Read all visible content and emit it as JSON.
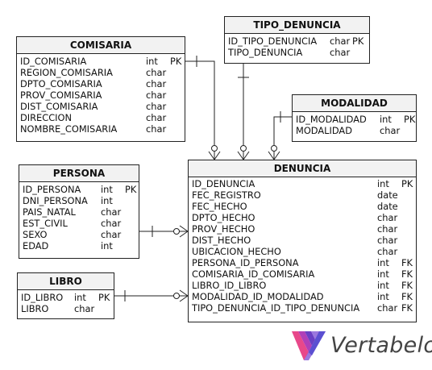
{
  "entities": {
    "comisaria": {
      "title": "COMISARIA",
      "columns": [
        {
          "name": "ID_COMISARIA",
          "type": "int",
          "key": "PK"
        },
        {
          "name": "REGION_COMISARIA",
          "type": "char",
          "key": ""
        },
        {
          "name": "DPTO_COMISARIA",
          "type": "char",
          "key": ""
        },
        {
          "name": "PROV_COMISARIA",
          "type": "char",
          "key": ""
        },
        {
          "name": "DIST_COMISARIA",
          "type": "char",
          "key": ""
        },
        {
          "name": "DIRECCION",
          "type": "char",
          "key": ""
        },
        {
          "name": "NOMBRE_COMISARIA",
          "type": "char",
          "key": ""
        }
      ]
    },
    "tipo_denuncia": {
      "title": "TIPO_DENUNCIA",
      "columns": [
        {
          "name": "ID_TIPO_DENUNCIA",
          "type": "char",
          "key": "PK"
        },
        {
          "name": "TIPO_DENUNCIA",
          "type": "char",
          "key": ""
        }
      ]
    },
    "modalidad": {
      "title": "MODALIDAD",
      "columns": [
        {
          "name": "ID_MODALIDAD",
          "type": "int",
          "key": "PK"
        },
        {
          "name": "MODALIDAD",
          "type": "char",
          "key": ""
        }
      ]
    },
    "persona": {
      "title": "PERSONA",
      "columns": [
        {
          "name": "ID_PERSONA",
          "type": "int",
          "key": "PK"
        },
        {
          "name": "DNI_PERSONA",
          "type": "int",
          "key": ""
        },
        {
          "name": "PAIS_NATAL",
          "type": "char",
          "key": ""
        },
        {
          "name": "EST_CIVIL",
          "type": "char",
          "key": ""
        },
        {
          "name": "SEXO",
          "type": "char",
          "key": ""
        },
        {
          "name": "EDAD",
          "type": "int",
          "key": ""
        }
      ]
    },
    "libro": {
      "title": "LIBRO",
      "columns": [
        {
          "name": "ID_LIBRO",
          "type": "int",
          "key": "PK"
        },
        {
          "name": "LIBRO",
          "type": "char",
          "key": ""
        }
      ]
    },
    "denuncia": {
      "title": "DENUNCIA",
      "columns": [
        {
          "name": "ID_DENUNCIA",
          "type": "int",
          "key": "PK"
        },
        {
          "name": "FEC_REGISTRO",
          "type": "date",
          "key": ""
        },
        {
          "name": "FEC_HECHO",
          "type": "date",
          "key": ""
        },
        {
          "name": "DPTO_HECHO",
          "type": "char",
          "key": ""
        },
        {
          "name": "PROV_HECHO",
          "type": "char",
          "key": ""
        },
        {
          "name": "DIST_HECHO",
          "type": "char",
          "key": ""
        },
        {
          "name": "UBICACION_HECHO",
          "type": "char",
          "key": ""
        },
        {
          "name": "PERSONA_ID_PERSONA",
          "type": "int",
          "key": "FK"
        },
        {
          "name": "COMISARIA_ID_COMISARIA",
          "type": "int",
          "key": "FK"
        },
        {
          "name": "LIBRO_ID_LIBRO",
          "type": "int",
          "key": "FK"
        },
        {
          "name": "MODALIDAD_ID_MODALIDAD",
          "type": "int",
          "key": "FK"
        },
        {
          "name": "TIPO_DENUNCIA_ID_TIPO_DENUNCIA",
          "type": "char",
          "key": "FK"
        }
      ]
    }
  },
  "relationships": [
    {
      "from": "COMISARIA",
      "to": "DENUNCIA",
      "cardinality": "one-to-many"
    },
    {
      "from": "TIPO_DENUNCIA",
      "to": "DENUNCIA",
      "cardinality": "one-to-many"
    },
    {
      "from": "MODALIDAD",
      "to": "DENUNCIA",
      "cardinality": "one-to-many"
    },
    {
      "from": "PERSONA",
      "to": "DENUNCIA",
      "cardinality": "one-to-many"
    },
    {
      "from": "LIBRO",
      "to": "DENUNCIA",
      "cardinality": "one-to-many"
    }
  ],
  "logo": {
    "text": "Vertabelo",
    "icon": "vertabelo-logo-icon"
  }
}
